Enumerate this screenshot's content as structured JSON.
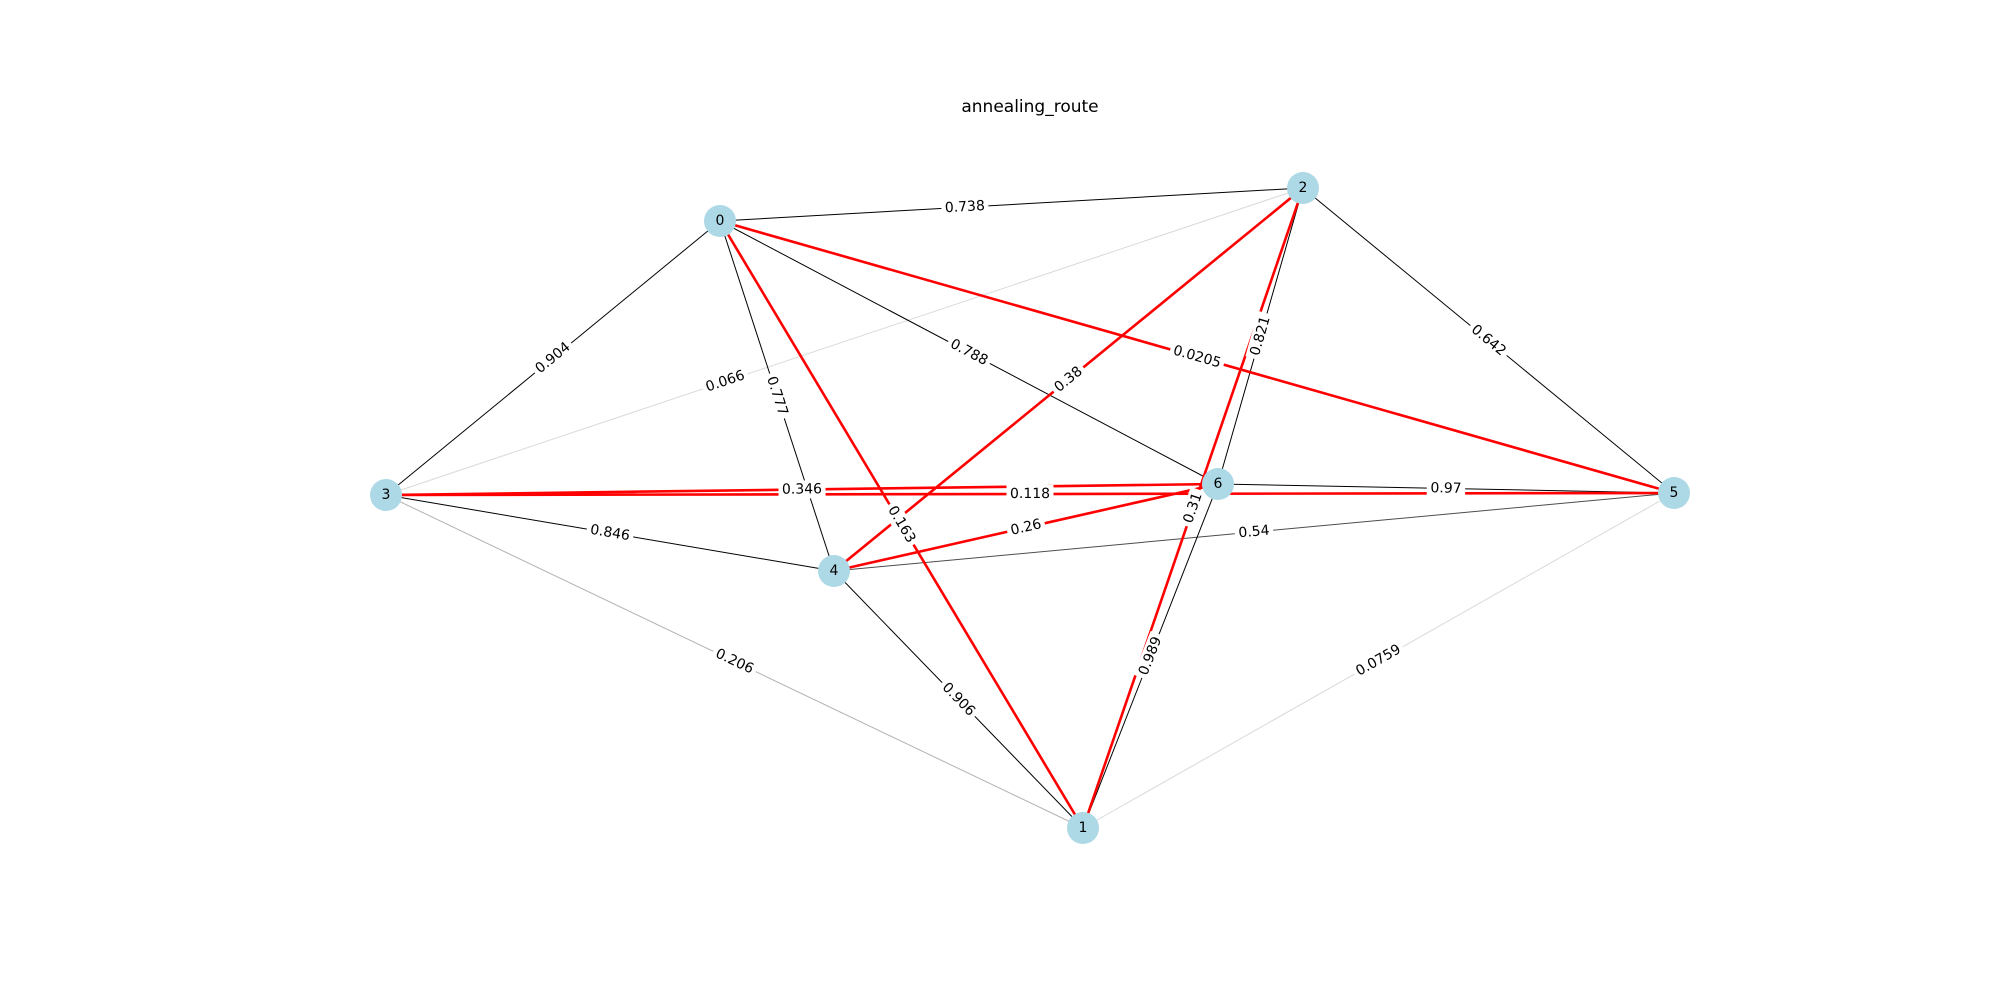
{
  "title": "annealing_route",
  "colors": {
    "node_fill": "#add8e6",
    "edge": "#000000",
    "route": "#ff0000",
    "background": "#ffffff"
  },
  "nodes": [
    {
      "id": "0"
    },
    {
      "id": "1"
    },
    {
      "id": "2"
    },
    {
      "id": "3"
    },
    {
      "id": "4"
    },
    {
      "id": "5"
    },
    {
      "id": "6"
    }
  ],
  "edges": [
    {
      "source": "0",
      "target": "2",
      "weight": "0.738"
    },
    {
      "source": "0",
      "target": "3",
      "weight": "0.904"
    },
    {
      "source": "0",
      "target": "6",
      "weight": "0.788"
    },
    {
      "source": "0",
      "target": "4",
      "weight": "0.777"
    },
    {
      "source": "0",
      "target": "1",
      "weight": "0.163"
    },
    {
      "source": "0",
      "target": "5",
      "weight": "0.0205"
    },
    {
      "source": "2",
      "target": "3",
      "weight": "0.066"
    },
    {
      "source": "2",
      "target": "4",
      "weight": "0.38"
    },
    {
      "source": "2",
      "target": "6",
      "weight": "0.821"
    },
    {
      "source": "2",
      "target": "1",
      "weight": "0.31"
    },
    {
      "source": "2",
      "target": "5",
      "weight": "0.642"
    },
    {
      "source": "3",
      "target": "6",
      "weight": "0.346"
    },
    {
      "source": "3",
      "target": "5",
      "weight": "0.118"
    },
    {
      "source": "3",
      "target": "4",
      "weight": "0.846"
    },
    {
      "source": "3",
      "target": "1",
      "weight": "0.206"
    },
    {
      "source": "6",
      "target": "5",
      "weight": "0.97"
    },
    {
      "source": "4",
      "target": "6",
      "weight": "0.26"
    },
    {
      "source": "4",
      "target": "5",
      "weight": "0.54"
    },
    {
      "source": "4",
      "target": "1",
      "weight": "0.906"
    },
    {
      "source": "6",
      "target": "1",
      "weight": "0.989"
    },
    {
      "source": "5",
      "target": "1",
      "weight": "0.0759"
    }
  ],
  "route": [
    [
      "0",
      "1"
    ],
    [
      "1",
      "2"
    ],
    [
      "2",
      "4"
    ],
    [
      "4",
      "6"
    ],
    [
      "6",
      "3"
    ],
    [
      "3",
      "5"
    ],
    [
      "5",
      "0"
    ]
  ]
}
